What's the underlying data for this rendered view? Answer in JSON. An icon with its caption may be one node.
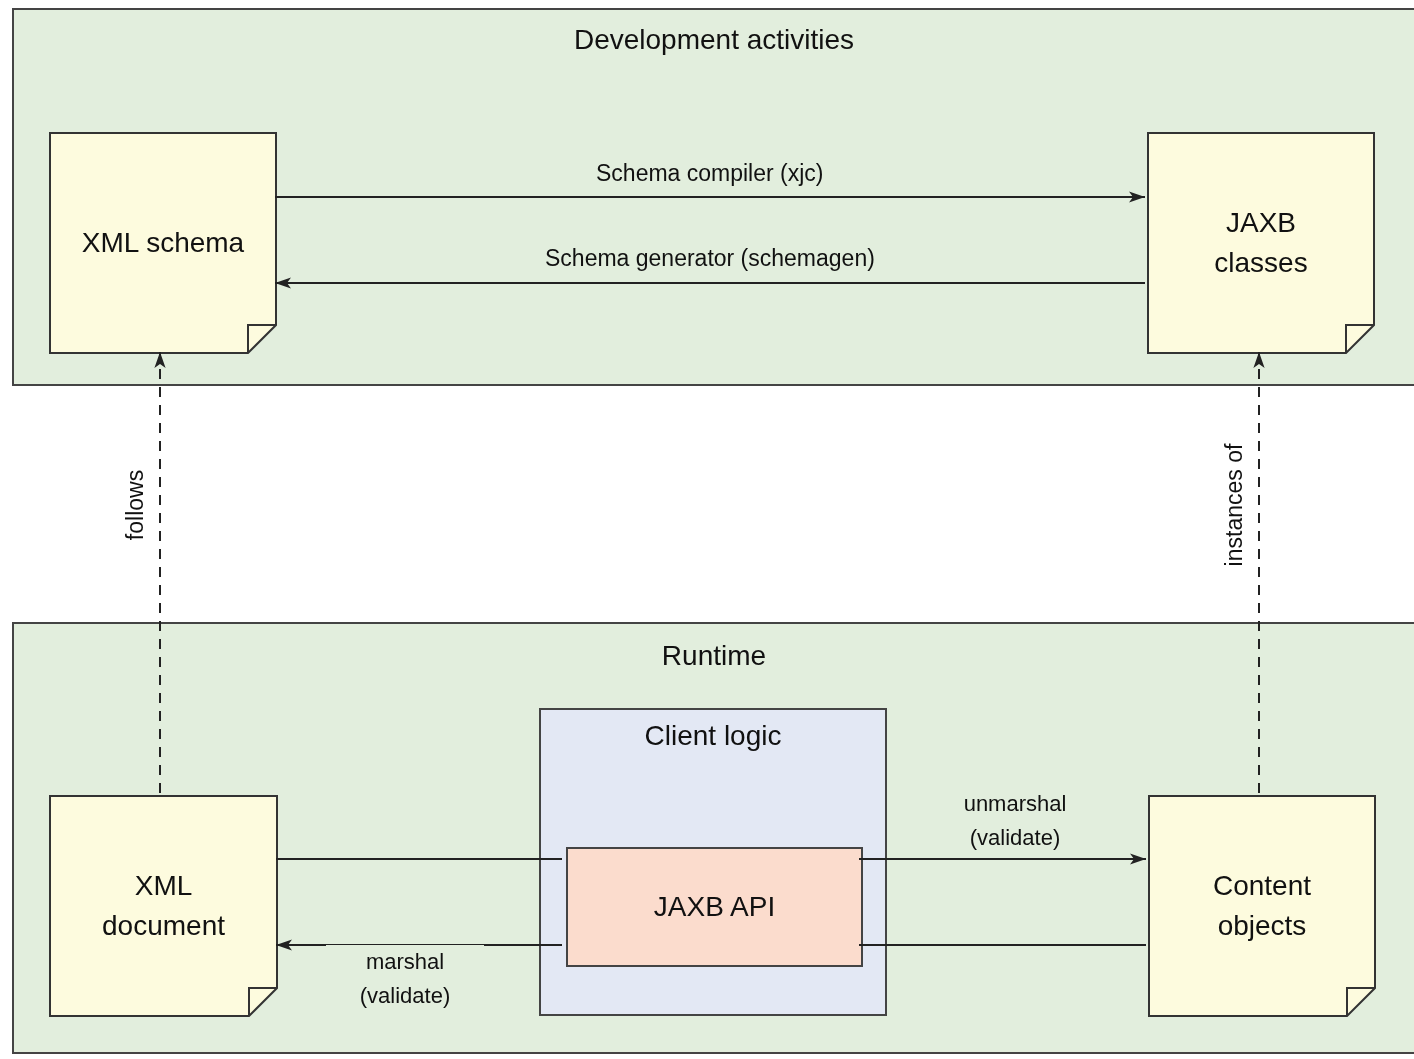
{
  "diagram": {
    "nodes": [
      {
        "text": [
          "Development activities"
        ]
      },
      {
        "text": [
          "XML schema"
        ],
        "in": 0
      },
      {
        "text": [
          "JAXB classes"
        ],
        "in": 0
      },
      {
        "text": [
          "Runtime"
        ]
      },
      {
        "text": [
          "XML document"
        ],
        "in": 3
      },
      {
        "text": [
          "Client logic"
        ],
        "in": 3
      },
      {
        "text": [
          "JAXB API"
        ],
        "in": 5
      },
      {
        "text": [
          "Content objects"
        ],
        "in": 3
      }
    ],
    "edges": [
      {
        "from": 1,
        "to": 2,
        "arrow": "to",
        "label": "Schema compiler (xjc)"
      },
      {
        "from": 2,
        "to": 1,
        "arrow": "to",
        "label": "Schema generator (schemagen)"
      },
      {
        "from": 4,
        "to": 1,
        "arrow": "to",
        "style": "dashed",
        "label": "follows"
      },
      {
        "from": 7,
        "to": 2,
        "arrow": "to",
        "style": "dashed",
        "label": "instances of"
      },
      {
        "from": 4,
        "to": 6,
        "arrow": "none"
      },
      {
        "from": 6,
        "to": 7,
        "arrow": "to",
        "label": "unmarshal (validate)"
      },
      {
        "from": 7,
        "to": 6,
        "arrow": "none"
      },
      {
        "from": 6,
        "to": 4,
        "arrow": "to",
        "label": "marshal (validate)"
      }
    ]
  }
}
